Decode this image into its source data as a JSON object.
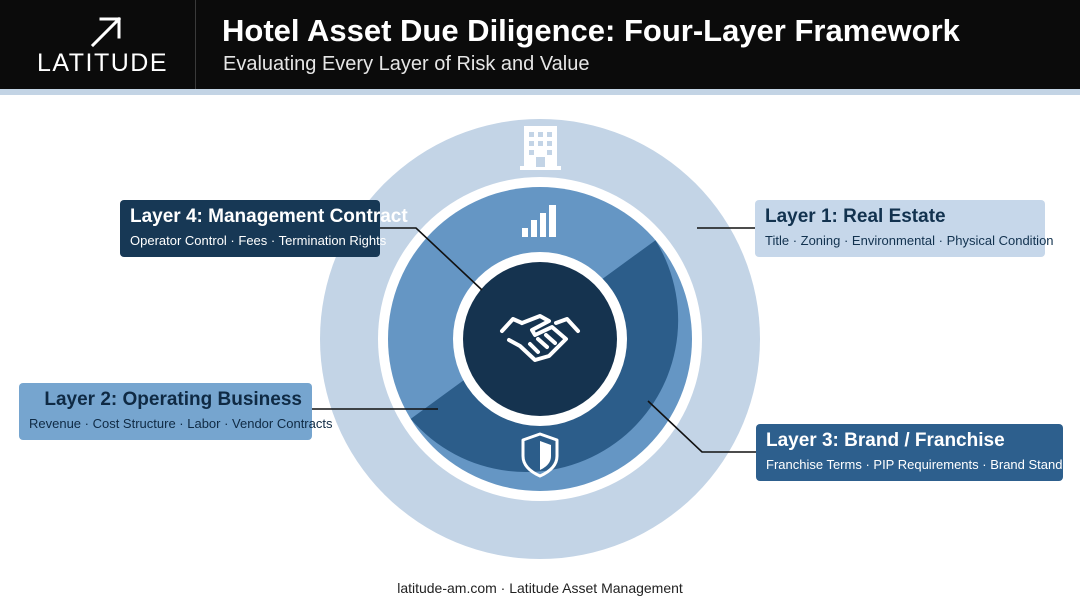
{
  "header": {
    "brand": "LATITUDE",
    "title": "Hotel Asset Due Diligence: Four-Layer Framework",
    "subtitle": "Evaluating Every Layer of Risk and Value"
  },
  "icons": {
    "logo": "arrow-up-right-icon",
    "outer_ring": "building-icon",
    "upper_ring": "bar-chart-icon",
    "lower_ring": "shield-icon",
    "center": "handshake-icon"
  },
  "layers": [
    {
      "title": "Layer 1: Real Estate",
      "items": "Title · Zoning · Environmental · Physical Condition",
      "color": "#c6d7ea"
    },
    {
      "title": "Layer 2: Operating Business",
      "items": "Revenue · Cost Structure · Labor · Vendor Contracts",
      "color": "#76a5cf"
    },
    {
      "title": "Layer 3: Brand / Franchise",
      "items": "Franchise Terms · PIP Requirements · Brand Standards",
      "color": "#2d5f8d"
    },
    {
      "title": "Layer 4: Management Contract",
      "items": "Operator Control · Fees · Termination Rights",
      "color": "#173855"
    }
  ],
  "colors": {
    "header_bg": "#0b0b0b",
    "outer_ring": "#c3d4e6",
    "ring_light": "#6596c4",
    "ring_dark": "#2c5d8a",
    "center": "#15334f"
  },
  "footer": "latitude-am.com · Latitude Asset Management"
}
